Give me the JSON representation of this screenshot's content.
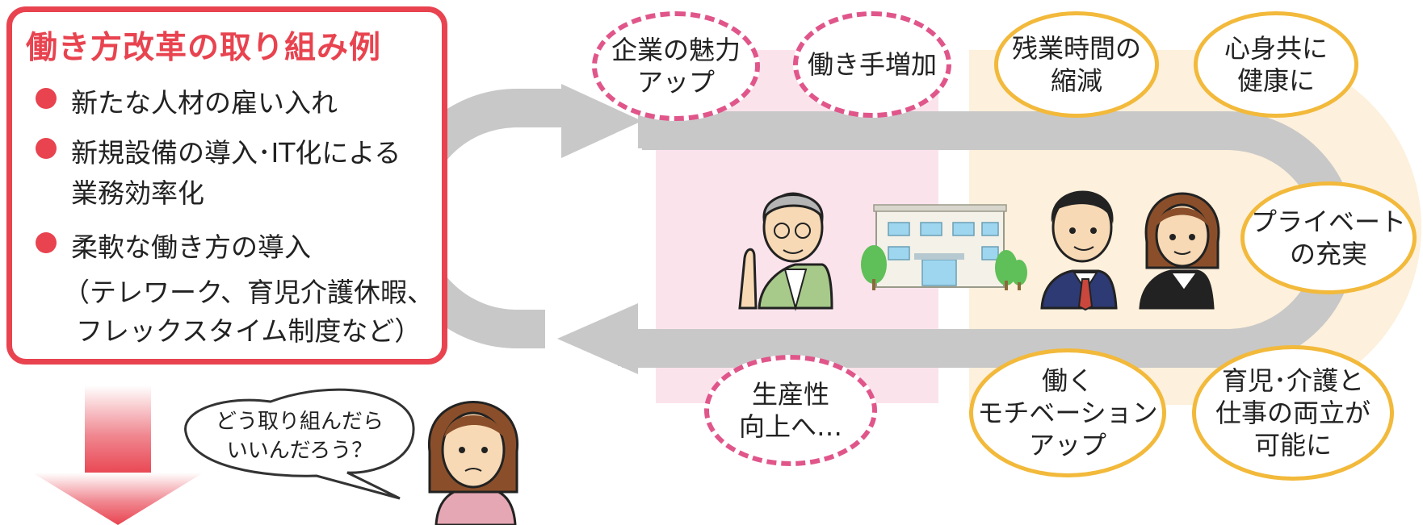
{
  "examples": {
    "title": "働き方改革の取り組み例",
    "items": [
      {
        "lines": [
          "新たな人材の雇い入れ"
        ]
      },
      {
        "lines": [
          "新規設備の導入･IT化による",
          "業務効率化"
        ]
      },
      {
        "lines": [
          "柔軟な働き方の導入",
          "（テレワーク、育児介護休暇、",
          "フレックスタイム制度など）"
        ]
      }
    ]
  },
  "speech": {
    "lines": [
      "どう取り組んだら",
      "いいんだろう？"
    ]
  },
  "benefits_employer": [
    {
      "lines": [
        "企業の魅力",
        "アップ"
      ]
    },
    {
      "lines": [
        "働き手増加"
      ]
    },
    {
      "lines": [
        "生産性",
        "向上へ…"
      ]
    }
  ],
  "benefits_worker": [
    {
      "lines": [
        "残業時間の",
        "縮減"
      ]
    },
    {
      "lines": [
        "心身共に",
        "健康に"
      ]
    },
    {
      "lines": [
        "プライベート",
        "の充実"
      ]
    },
    {
      "lines": [
        "働く",
        "モチベーション",
        "アップ"
      ]
    },
    {
      "lines": [
        "育児･介護と",
        "仕事の両立が",
        "可能に"
      ]
    }
  ],
  "colors": {
    "accent_red": "#e8434f",
    "pink_dash": "#e0568a",
    "orange_ring": "#f2b93b",
    "pink_zone": "#fbe3ec",
    "orange_zone": "#fdf0dc",
    "cycle_gray": "#c8c8c8"
  }
}
